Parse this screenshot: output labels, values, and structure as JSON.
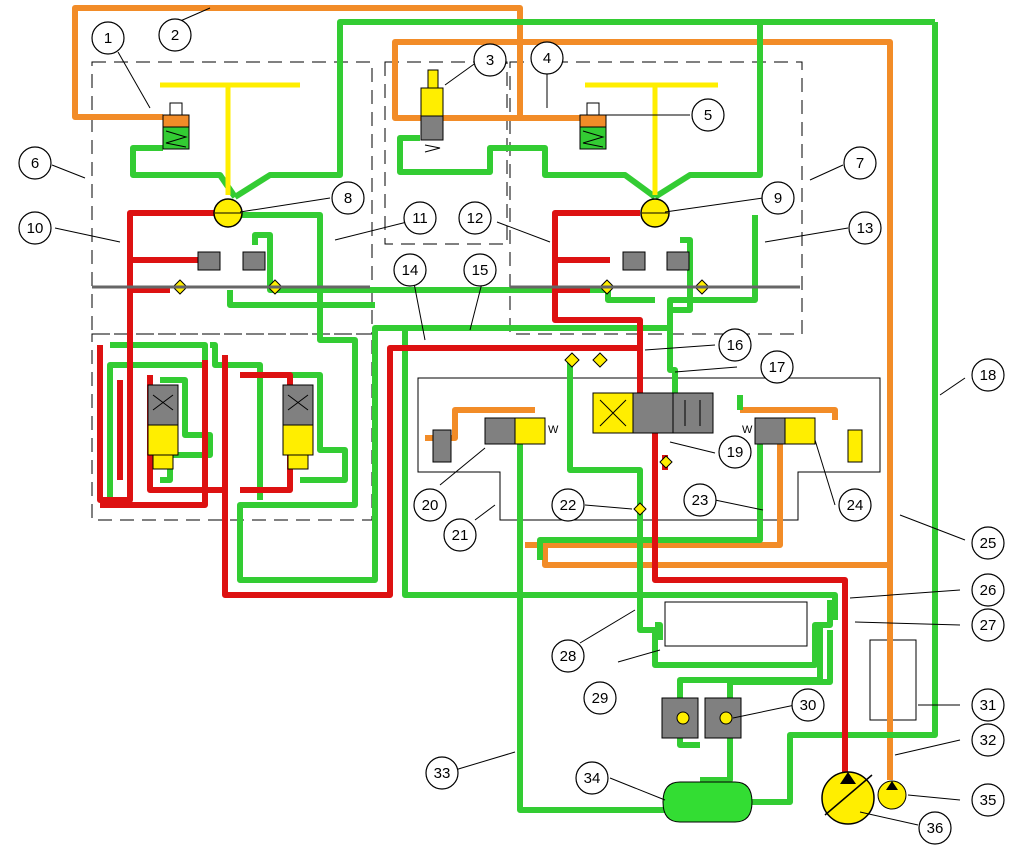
{
  "colors": {
    "pilot_line": "#f28c28",
    "return_line": "#33cc33",
    "pressure_line": "#dd1111",
    "component_yellow": "#ffee00",
    "component_gray": "#808080",
    "tank_green": "#33dd33",
    "frame_dash": "#000000"
  },
  "callouts": [
    "1",
    "2",
    "3",
    "4",
    "5",
    "6",
    "7",
    "8",
    "9",
    "10",
    "11",
    "12",
    "13",
    "14",
    "15",
    "16",
    "17",
    "18",
    "19",
    "20",
    "21",
    "22",
    "23",
    "24",
    "25",
    "26",
    "27",
    "28",
    "29",
    "30",
    "31",
    "32",
    "33",
    "34",
    "35",
    "36"
  ],
  "port_marks": {
    "w_left": "W",
    "w_right": "W"
  }
}
